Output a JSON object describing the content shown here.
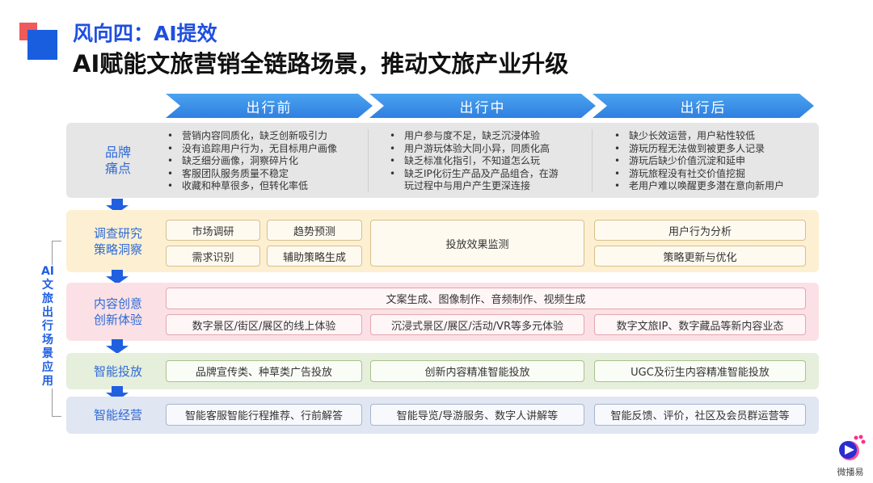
{
  "header": {
    "subtitle": "风向四：AI提效",
    "title": "AI赋能文旅营销全链路场景，推动文旅产业升级"
  },
  "phases": [
    "出行前",
    "出行中",
    "出行后"
  ],
  "side_label": "AI文旅出行场景应用",
  "rows": {
    "pain": {
      "label": "品牌痛点",
      "cols": [
        [
          "营销内容同质化，缺乏创新吸引力",
          "没有追踪用户行为，无目标用户画像",
          "缺乏细分画像，洞察碎片化",
          "客服团队服务质量不稳定",
          "收藏和种草很多，但转化率低"
        ],
        [
          "用户参与度不足，缺乏沉浸体验",
          "用户游玩体验大同小异，同质化高",
          "缺乏标准化指引，不知道怎么玩",
          "缺乏IP化衍生产品及产品组合，在游",
          "玩过程中与用户产生更深连接"
        ],
        [
          "缺少长效运营，用户粘性较低",
          "游玩历程无法做到被更多人记录",
          "游玩后缺少价值沉淀和延申",
          "游玩旅程没有社交价值挖掘",
          "老用户难以唤醒更多潜在意向新用户"
        ]
      ]
    },
    "research": {
      "label": "调查研究策略洞察",
      "items": [
        "市场调研",
        "趋势预测",
        "需求识别",
        "辅助策略生成",
        "投放效果监测",
        "用户行为分析",
        "策略更新与优化"
      ]
    },
    "content": {
      "label": "内容创意创新体验",
      "items": [
        "文案生成、图像制作、音频制作、视频生成",
        "数字景区/街区/展区的线上体验",
        "沉浸式景区/展区/活动/VR等多元体验",
        "数字文旅IP、数字藏品等新内容业态"
      ]
    },
    "ads": {
      "label": "智能投放",
      "items": [
        "品牌宣传类、种草类广告投放",
        "创新内容精准智能投放",
        "UGC及衍生内容精准智能投放"
      ]
    },
    "ops": {
      "label": "智能经营",
      "items": [
        "智能客服智能行程推荐、行前解答",
        "智能导览/导游服务、数字人讲解等",
        "智能反馈、评价，社区及会员群运营等"
      ]
    }
  },
  "logo": {
    "name": "微播易"
  }
}
